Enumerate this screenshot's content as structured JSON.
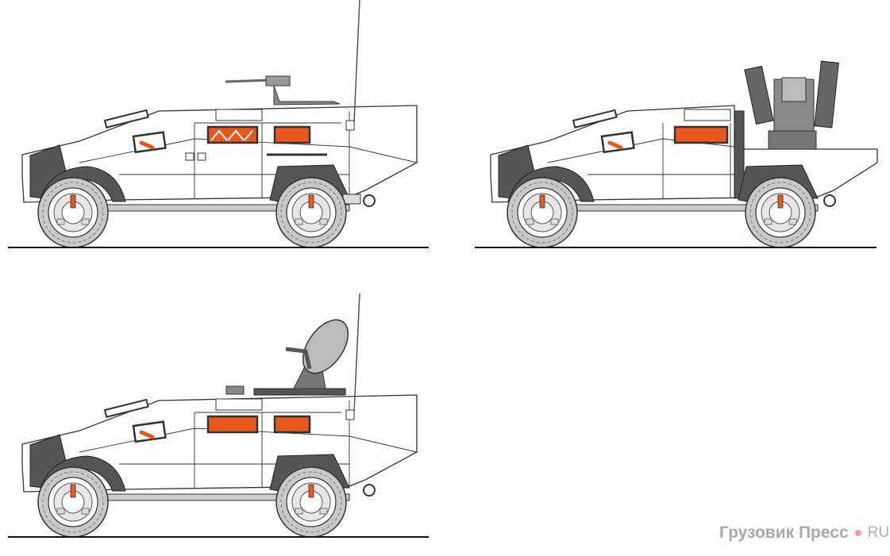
{
  "watermark": {
    "brand": "Грузовик Пресс",
    "domain": "RU"
  },
  "colors": {
    "body": "#ffffff",
    "outline": "#333333",
    "armor_dark": "#555555",
    "tire": "#c8c8c8",
    "window_accent": "#e8581c",
    "ground": "#111111"
  },
  "variants": [
    {
      "name": "machine-gun"
    },
    {
      "name": "missile-launcher"
    },
    {
      "name": "satellite-dish"
    }
  ]
}
